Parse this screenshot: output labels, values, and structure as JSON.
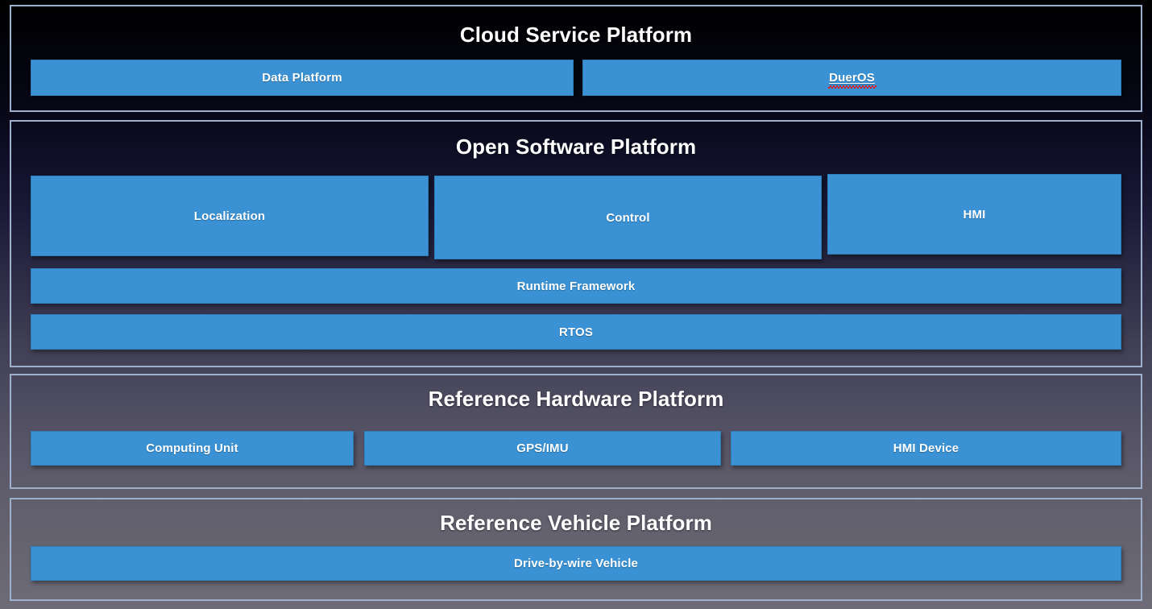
{
  "diagram": {
    "accent_color": "#3a92d4",
    "panel_border_color": "#9fb0cc",
    "title_color": "#ffffff",
    "spellcheck_color": "#e01b1b"
  },
  "sections": [
    {
      "id": "cloud-service-platform",
      "title": "Cloud Service Platform",
      "boxes": [
        {
          "id": "data-platform",
          "label": "Data Platform"
        },
        {
          "id": "dueros",
          "label": "DuerOS",
          "spellcheck_flagged": true
        }
      ]
    },
    {
      "id": "open-software-platform",
      "title": "Open Software Platform",
      "boxes": [
        {
          "id": "localization",
          "label": "Localization"
        },
        {
          "id": "control",
          "label": "Control"
        },
        {
          "id": "hmi",
          "label": "HMI"
        },
        {
          "id": "runtime-framework",
          "label": "Runtime Framework"
        },
        {
          "id": "rtos",
          "label": "RTOS"
        }
      ]
    },
    {
      "id": "reference-hardware-platform",
      "title": "Reference Hardware Platform",
      "boxes": [
        {
          "id": "computing-unit",
          "label": "Computing Unit"
        },
        {
          "id": "gps-imu",
          "label": "GPS/IMU"
        },
        {
          "id": "hmi-device",
          "label": "HMI Device"
        }
      ]
    },
    {
      "id": "reference-vehicle-platform",
      "title": "Reference Vehicle Platform",
      "boxes": [
        {
          "id": "drive-by-wire-vehicle",
          "label": "Drive-by-wire Vehicle"
        }
      ]
    }
  ]
}
